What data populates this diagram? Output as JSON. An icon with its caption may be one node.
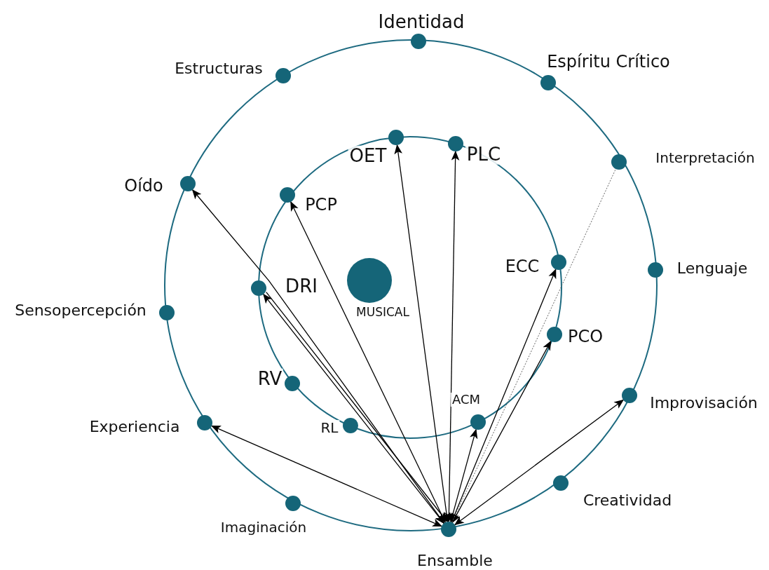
{
  "diagram": {
    "nodes": [
      {
        "text": [
          "Identidad"
        ]
      },
      {
        "text": [
          "Estructuras"
        ]
      },
      {
        "text": [
          "Espíritu Crítico"
        ]
      },
      {
        "text": [
          "OET"
        ]
      },
      {
        "text": [
          "Interpretación"
        ]
      },
      {
        "text": [
          "PLC"
        ]
      },
      {
        "text": [
          "Oído"
        ]
      },
      {
        "text": [
          "PCP"
        ]
      },
      {
        "text": [
          "ECC"
        ]
      },
      {
        "text": [
          "Lenguaje"
        ]
      },
      {
        "text": [
          "DRI"
        ]
      },
      {
        "text": [
          "MUSICAL"
        ]
      },
      {
        "text": [
          "Sensopercepción"
        ]
      },
      {
        "text": [
          "PCO"
        ]
      },
      {
        "text": [
          "RV"
        ]
      },
      {
        "text": [
          "Improvisación"
        ]
      },
      {
        "text": [
          "ACM"
        ]
      },
      {
        "text": [
          "Experiencia"
        ]
      },
      {
        "text": [
          "RL"
        ]
      },
      {
        "text": [
          "Creatividad"
        ]
      },
      {
        "text": [
          "Imaginación"
        ]
      },
      {
        "text": [
          "Ensamble"
        ]
      }
    ],
    "edges": [
      {
        "from": 21,
        "to": 6,
        "arrow": "both"
      },
      {
        "from": 21,
        "to": 7,
        "arrow": "both"
      },
      {
        "from": 21,
        "to": 3,
        "arrow": "both"
      },
      {
        "from": 21,
        "to": 5,
        "arrow": "both"
      },
      {
        "from": 21,
        "to": 8,
        "arrow": "both"
      },
      {
        "from": 21,
        "to": 13,
        "arrow": "both"
      },
      {
        "from": 21,
        "to": 16,
        "arrow": "both"
      },
      {
        "from": 21,
        "to": 10,
        "arrow": "both"
      },
      {
        "from": 10,
        "to": 21,
        "arrow": "to"
      },
      {
        "from": 21,
        "to": 17,
        "arrow": "both"
      },
      {
        "from": 21,
        "to": 15,
        "arrow": "both"
      },
      {
        "from": 21,
        "to": 4,
        "arrow": "other",
        "style": "dashed",
        "color": "#666666"
      }
    ]
  }
}
